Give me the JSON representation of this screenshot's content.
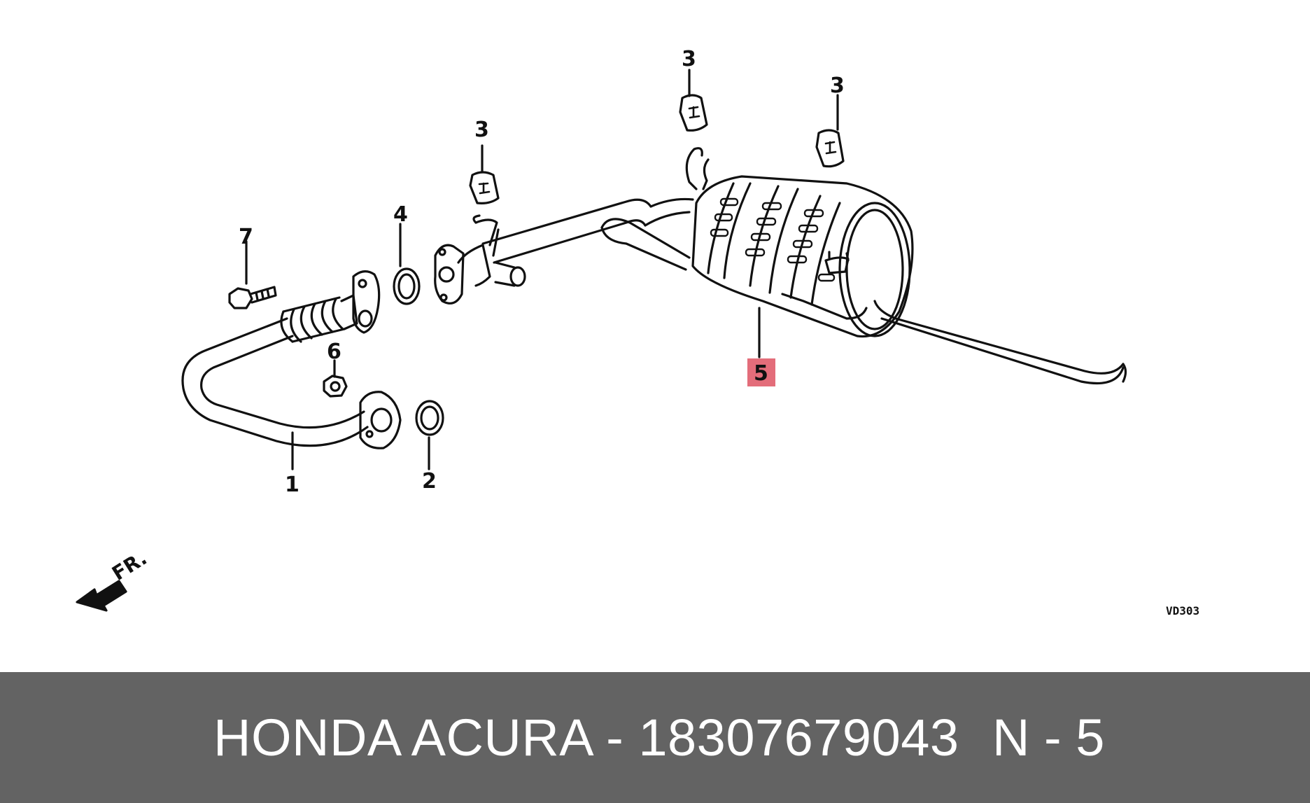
{
  "diagram": {
    "callouts": {
      "c1": "1",
      "c2": "2",
      "c3a": "3",
      "c3b": "3",
      "c3c": "3",
      "c4": "4",
      "c5": "5",
      "c6": "6",
      "c7": "7"
    },
    "highlighted_callout": "5",
    "highlight_color": "#e36d7a",
    "front_marker": "FR.",
    "diagram_code": "VD303"
  },
  "footer": {
    "title": "HONDA ACURA - 18307679043",
    "position": "N - 5",
    "background": "#636363",
    "text_color": "#ffffff"
  }
}
